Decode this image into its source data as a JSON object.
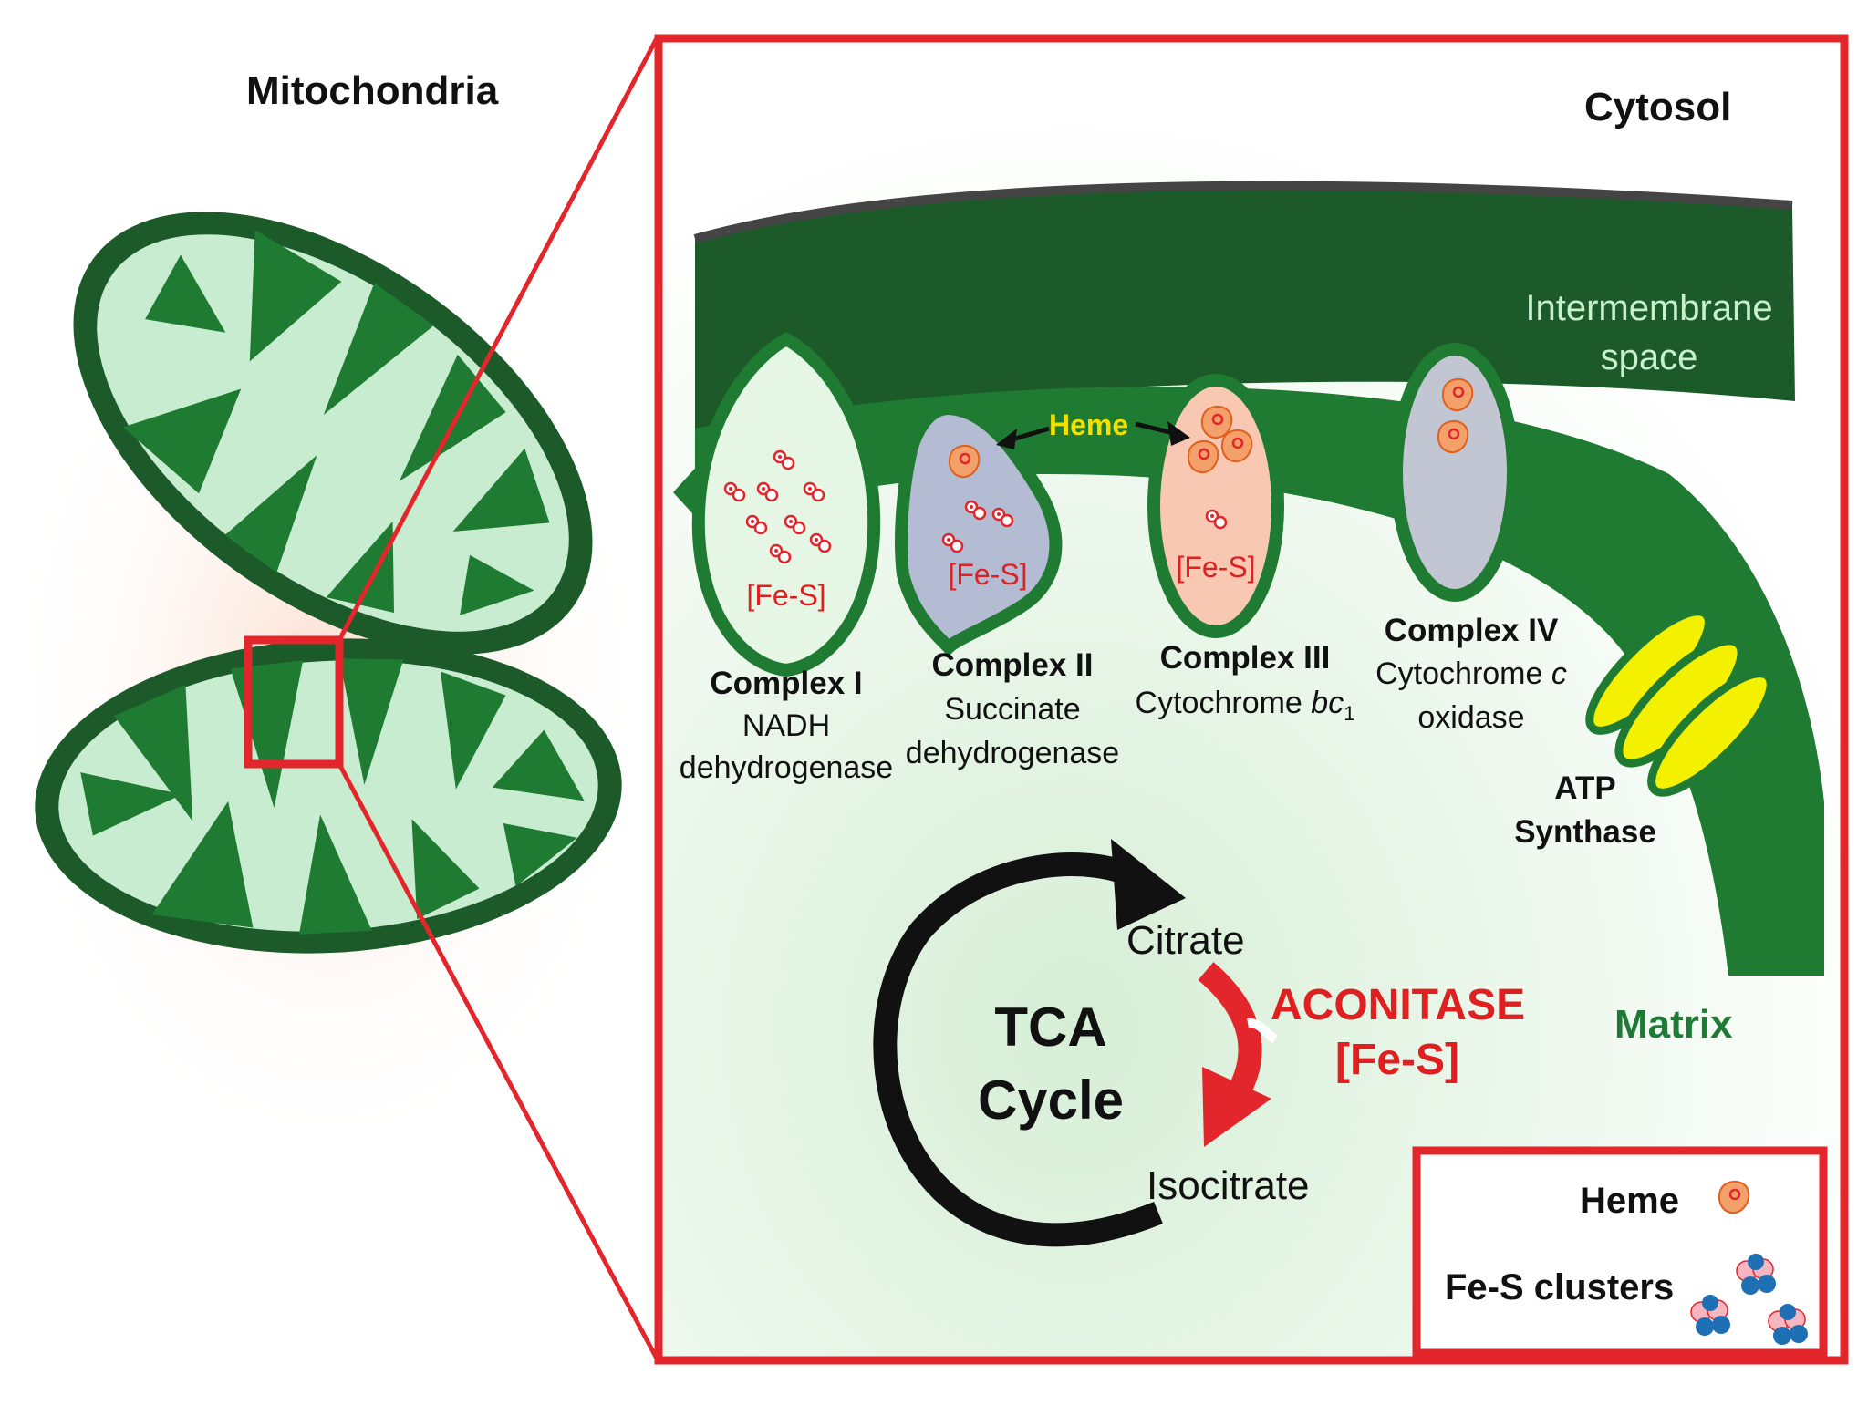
{
  "title_left": "Mitochondria",
  "cytosol": "Cytosol",
  "intermembrane": [
    "Intermembrane",
    "space"
  ],
  "matrix": "Matrix",
  "heme_arrow_label": "Heme",
  "complexes": [
    {
      "name": "Complex I",
      "sub": [
        "NADH",
        "dehydrogenase"
      ],
      "cluster": "[Fe-S]"
    },
    {
      "name": "Complex II",
      "sub": [
        "Succinate",
        "dehydrogenase"
      ],
      "cluster": "[Fe-S]"
    },
    {
      "name": "Complex III",
      "sub_prefix": "Cytochrome ",
      "sub_italic": "bc",
      "sub_subscript": "1",
      "cluster": "[Fe-S]"
    },
    {
      "name": "Complex IV",
      "sub_prefix": "Cytochrome ",
      "sub_italic": "c",
      "sub2": "oxidase"
    }
  ],
  "atp_synthase": [
    "ATP",
    "Synthase"
  ],
  "tca": {
    "title": [
      "TCA",
      "Cycle"
    ],
    "citrate": "Citrate",
    "isocitrate": "Isocitrate",
    "enzyme": "ACONITASE",
    "enzyme_cluster": "[Fe-S]"
  },
  "legend": {
    "heme": "Heme",
    "fes": "Fe-S clusters"
  },
  "colors": {
    "accent_red": "#e3262b",
    "membrane_dark": "#1c5a2a",
    "membrane": "#1f7a32",
    "matrix_light": "#e3f3e3",
    "heme_orange": "#f4a06a",
    "fes_blue": "#1f6fb5"
  }
}
